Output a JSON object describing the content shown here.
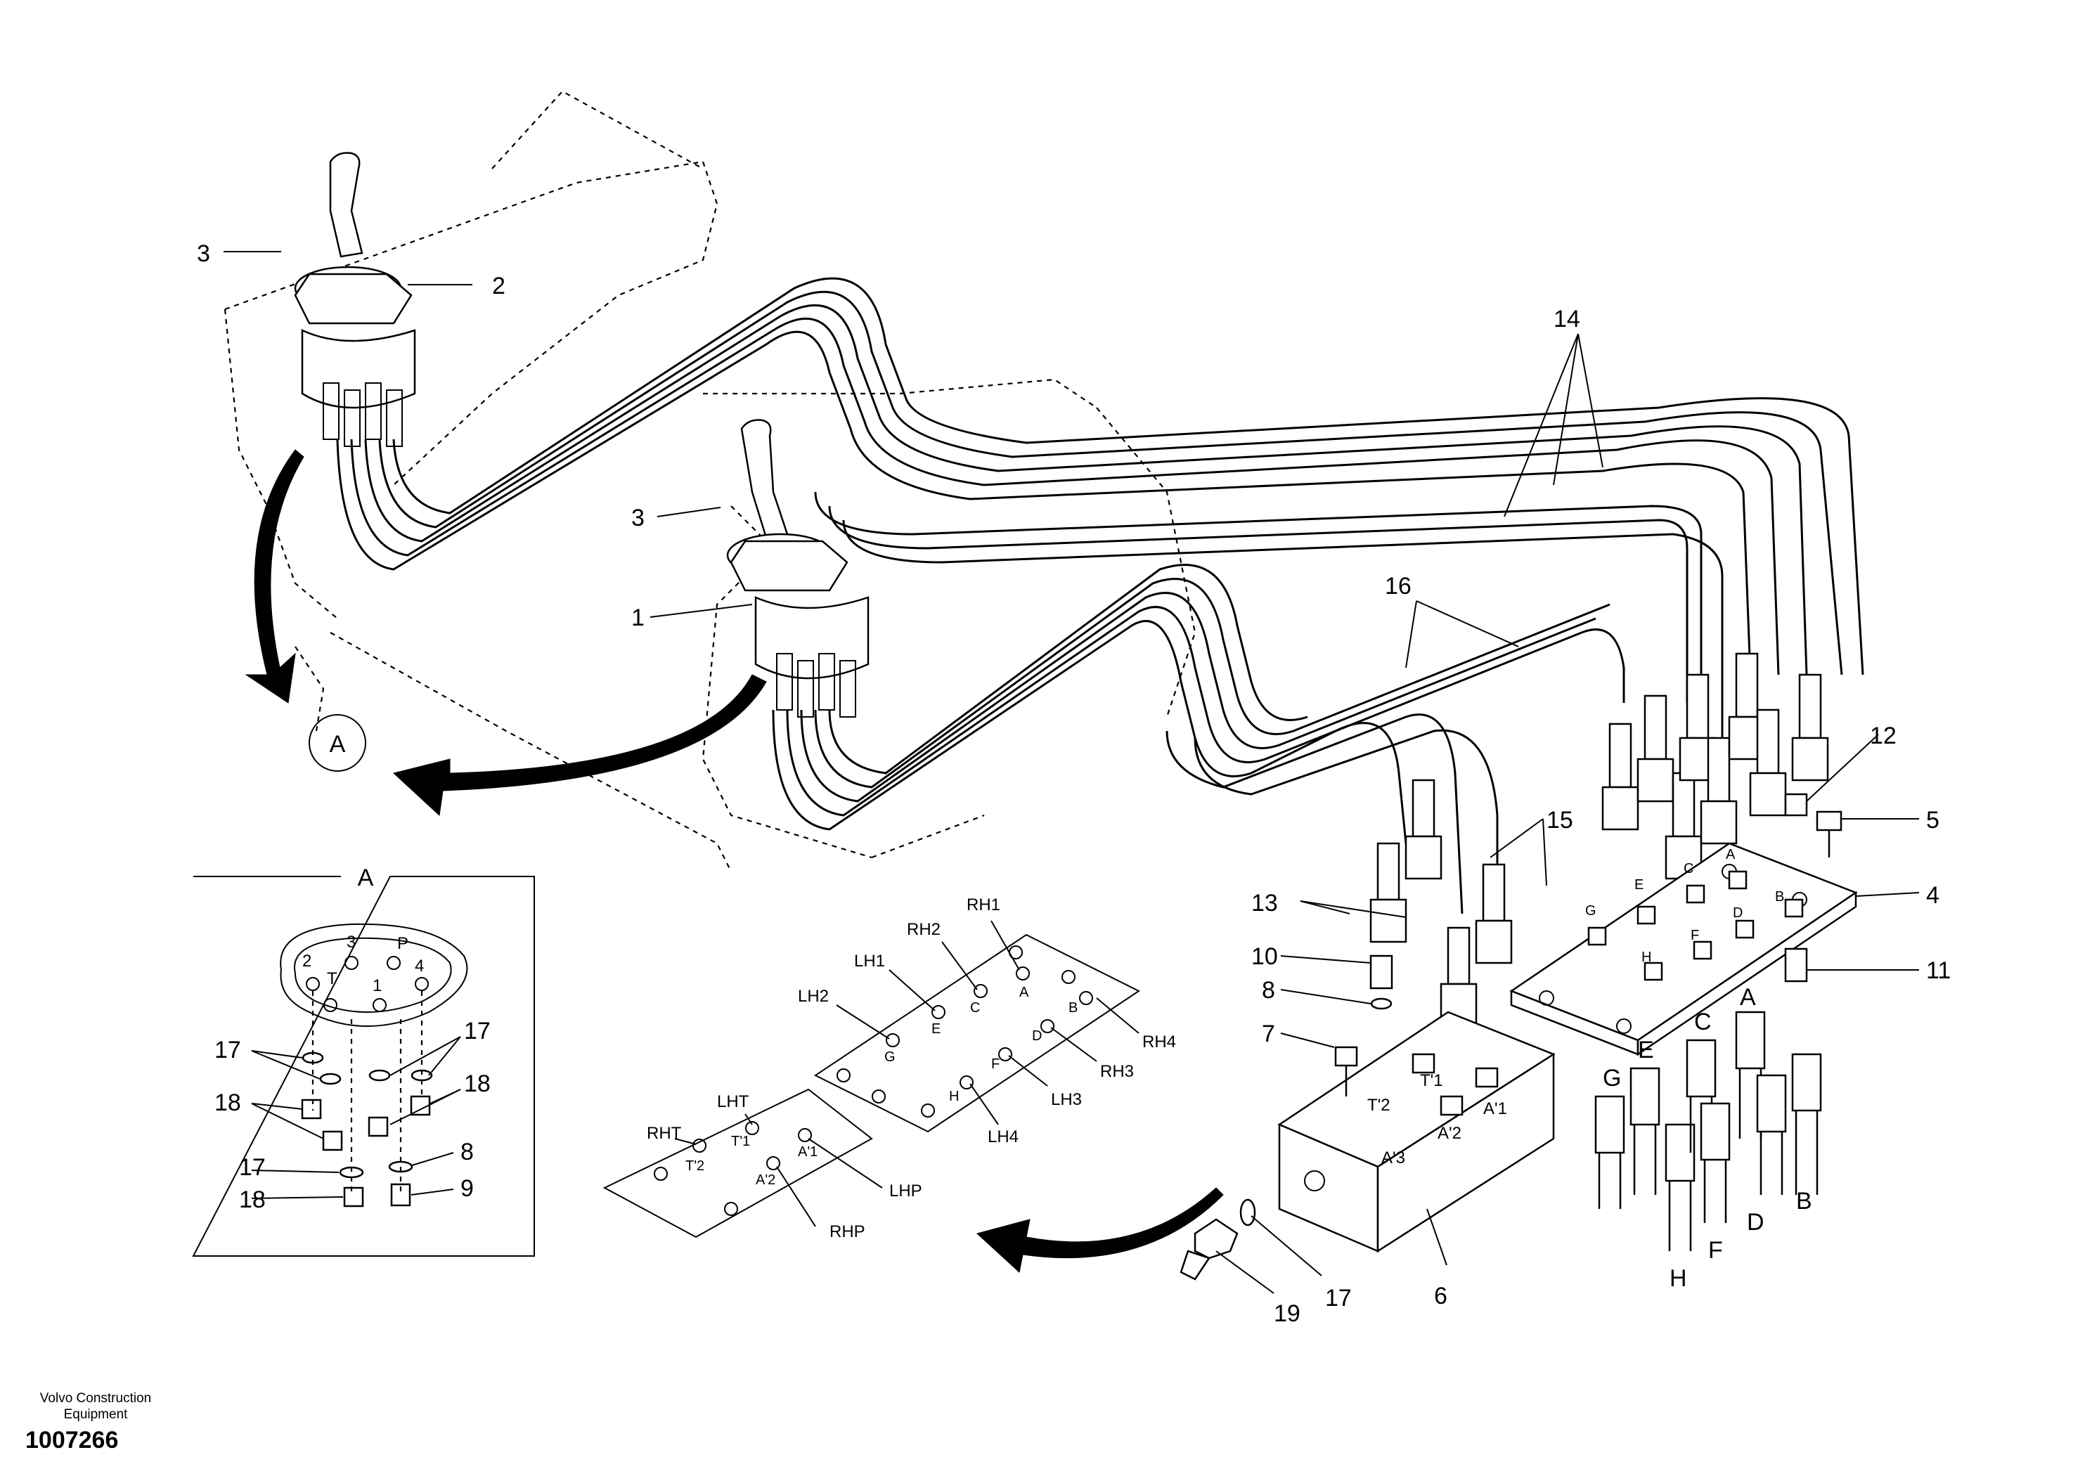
{
  "brand": "Volvo Construction Equipment",
  "drawing_number": "1007266",
  "detail_label": "A",
  "callouts": [
    "1",
    "2",
    "3",
    "4",
    "5",
    "6",
    "7",
    "8",
    "9",
    "10",
    "11",
    "12",
    "13",
    "14",
    "15",
    "16",
    "17",
    "18",
    "19"
  ],
  "pilot_block_ports": [
    "T'1",
    "T'2",
    "A'1",
    "A'2",
    "A'3"
  ],
  "base_plate_ports": [
    "A",
    "B",
    "C",
    "D",
    "E",
    "F",
    "G",
    "H"
  ],
  "hose_end_labels": [
    "G",
    "E",
    "C",
    "A",
    "H",
    "F",
    "D",
    "B"
  ],
  "joystick_ports": [
    "P",
    "T",
    "1",
    "2",
    "3",
    "4"
  ],
  "template_upper": {
    "labels": [
      "RH1",
      "RH2",
      "LH1",
      "LH2",
      "RH4",
      "RH3",
      "LH3",
      "LH4"
    ],
    "ports": [
      "A",
      "B",
      "C",
      "D",
      "E",
      "F",
      "G",
      "H"
    ]
  },
  "template_lower": {
    "labels": [
      "LHT",
      "RHT",
      "LHP",
      "RHP"
    ],
    "ports": [
      "T'1",
      "T'2",
      "A'1",
      "A'2"
    ]
  }
}
